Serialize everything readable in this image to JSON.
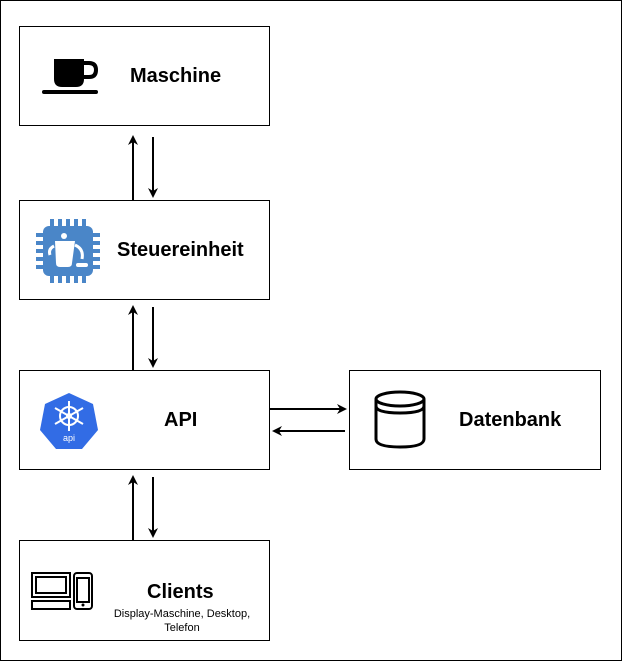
{
  "nodes": {
    "maschine": {
      "label": "Maschine"
    },
    "steuereinheit": {
      "label": "Steuereinheit"
    },
    "api": {
      "label": "API",
      "icon_text": "api"
    },
    "datenbank": {
      "label": "Datenbank"
    },
    "clients": {
      "label": "Clients",
      "sublabel": "Display-Maschine, Desktop, Telefon"
    }
  },
  "colors": {
    "stroke": "#000000",
    "icon_blue": "#4a86c8",
    "k8s_blue": "#326ce5"
  },
  "icons": {
    "maschine": "coffee-cup-icon",
    "steuereinheit": "chip-kettle-icon",
    "api": "kubernetes-api-icon",
    "datenbank": "database-cylinder-icon",
    "clients": "desktop-phone-icon"
  }
}
